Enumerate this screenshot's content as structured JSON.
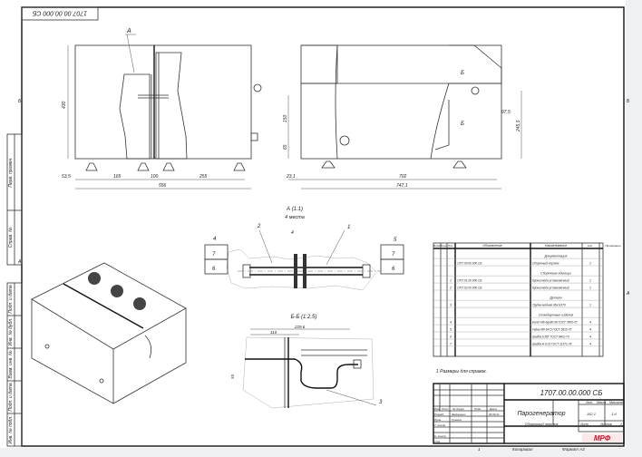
{
  "drawing_number": "1707.00.00.000 СБ",
  "drawing_number_rotated": "1707.00.00.000 СБ",
  "left_strip": [
    "Перв. примен.",
    "Справ. №",
    "Подп. и дата",
    "Инв. № дубл.",
    "Взам. инв. №",
    "Подп. и дата",
    "Инв. № подл."
  ],
  "zones": {
    "left_top": "Б",
    "left_bottom": "А",
    "right_top": "Б",
    "right_bottom": "А"
  },
  "front_view": {
    "leader": "А",
    "dims": {
      "height": "430",
      "offset": "53,5",
      "d1": "165",
      "d2": "100",
      "d3": "255",
      "total": "556"
    }
  },
  "side_view": {
    "section_mark": "Б",
    "dims": {
      "h1": "150",
      "h2": "65",
      "h3": "245,5",
      "r1": "97,5",
      "left": "23,1",
      "width": "702",
      "total": "747,1"
    }
  },
  "detail_a": {
    "title": "А (1:1)",
    "subtitle": "4 места",
    "dim": "4",
    "callouts": [
      "1",
      "2",
      "4",
      "5",
      "7",
      "6",
      "7",
      "6"
    ]
  },
  "section_bb": {
    "title": "Б-Б (1:2,5)",
    "dims": {
      "d1": "229,6",
      "d2": "110",
      "d3": "55"
    },
    "callout": "3"
  },
  "spec_table": {
    "headers": [
      "Форм.",
      "Зона",
      "Поз.",
      "Обозначение",
      "Наименование",
      "Кол.",
      "Примечание"
    ],
    "rows": [
      {
        "pos": "",
        "code": "",
        "name": "Документация",
        "qty": "",
        "section": true
      },
      {
        "pos": "",
        "code": "1707.00.00.000 СБ",
        "name": "Сборочный чертеж",
        "qty": "1"
      },
      {
        "pos": "",
        "code": "",
        "name": "Сборочные единицы",
        "qty": "",
        "section": true
      },
      {
        "pos": "1",
        "code": "1707.01.00.000 СБ",
        "name": "Кронштейн установочный",
        "qty": "1"
      },
      {
        "pos": "2",
        "code": "1707.02.00.000 СБ",
        "name": "Кронштейн установочный",
        "qty": "1"
      },
      {
        "pos": "",
        "code": "",
        "name": "Детали",
        "qty": "",
        "section": true
      },
      {
        "pos": "3",
        "code": "",
        "name": "Трубка медная d6x1x370",
        "qty": "1"
      },
      {
        "pos": "",
        "code": "",
        "name": "Стандартные изделия",
        "qty": "",
        "section": true
      },
      {
        "pos": "4",
        "code": "",
        "name": "Болт М6-6gx80.58 ГОСТ 7805-70",
        "qty": "4"
      },
      {
        "pos": "5",
        "code": "",
        "name": "Гайка М6-6H.5 ГОСТ 5915-70",
        "qty": "4"
      },
      {
        "pos": "6",
        "code": "",
        "name": "Шайба 6.65Г ГОСТ 6402-70",
        "qty": "4"
      },
      {
        "pos": "7",
        "code": "",
        "name": "Шайба A.6.01 ГОСТ 11371-78",
        "qty": "4"
      }
    ]
  },
  "note": "1   Размеры для справок.",
  "title_block": {
    "designation": "1707.00.00.000 СБ",
    "name": "Парогенератор",
    "doc_type": "Сборочный чертеж",
    "lit_label": "Лит.",
    "mass_label": "Масса",
    "scale_label": "Масштаб",
    "mass": "162,1",
    "scale": "1:4",
    "sheet_label": "Лист",
    "sheets_label": "Листов",
    "sheets": "1",
    "rows": [
      "Изм.",
      "Лист",
      "№ докум.",
      "Подп.",
      "Дата"
    ],
    "roles": [
      "Разраб.",
      "Пров.",
      "Т. контр.",
      "",
      "Н. контр.",
      "Утв."
    ],
    "names": [
      "Федоренко",
      "Гулевич"
    ],
    "date": "06.09.21",
    "logo_text": "МРФ"
  },
  "footer": {
    "copied": "Копировал",
    "format": "Формат A3",
    "page": "1"
  }
}
